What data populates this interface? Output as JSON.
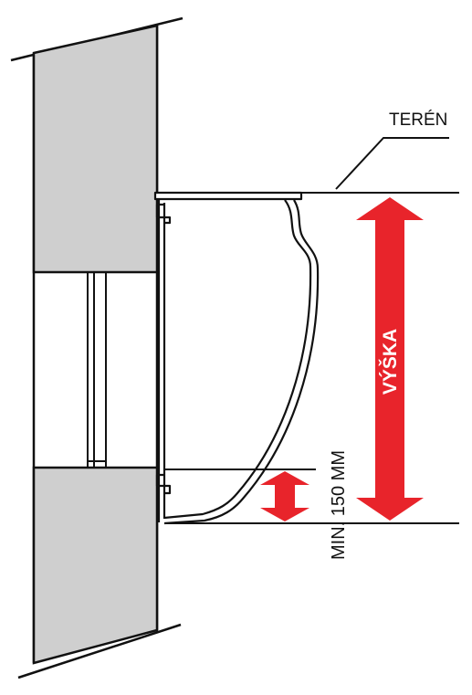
{
  "labels": {
    "teren": "TERÉN",
    "vyska": "VÝŠKA",
    "min_distance": "MIN. 150 MM"
  },
  "colors": {
    "arrow": "#e8242b",
    "wall_fill": "#cfcfcf",
    "stroke": "#111111"
  }
}
